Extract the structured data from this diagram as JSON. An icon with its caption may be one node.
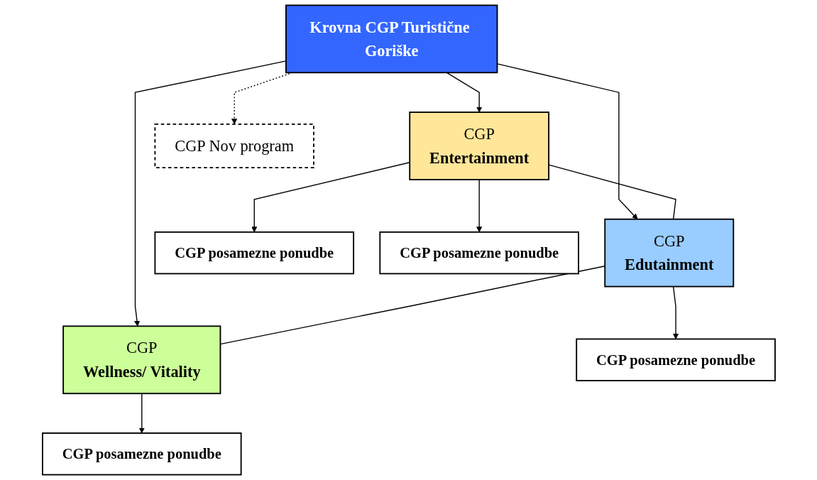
{
  "diagram": {
    "nodes": [
      {
        "text": [
          "Krovna CGP Turistične Goriške"
        ]
      },
      {
        "text": [
          "CGP",
          "Entertainment"
        ]
      },
      {
        "text": [
          "CGP",
          "Edutainment"
        ]
      },
      {
        "text": [
          "CGP",
          "Wellness/ Vitality"
        ]
      },
      {
        "text": [
          "CGP Nov program"
        ]
      },
      {
        "text": [
          "CGP posamezne ponudbe"
        ]
      },
      {
        "text": [
          "CGP posamezne ponudbe"
        ]
      },
      {
        "text": [
          "CGP posamezne ponudbe"
        ]
      },
      {
        "text": [
          "CGP posamezne ponudbe"
        ]
      }
    ],
    "edges": [
      {
        "from": 0,
        "to": 1,
        "arrow": "to"
      },
      {
        "from": 0,
        "to": 2,
        "arrow": "to"
      },
      {
        "from": 0,
        "to": 3,
        "arrow": "to"
      },
      {
        "from": 0,
        "to": 4,
        "arrow": "to",
        "style": "dashed"
      },
      {
        "from": 1,
        "to": 2,
        "arrow": "none"
      },
      {
        "from": 2,
        "to": 3,
        "arrow": "none"
      },
      {
        "from": 1,
        "to": 5,
        "arrow": "to"
      },
      {
        "from": 2,
        "to": 6,
        "arrow": "to"
      },
      {
        "from": 3,
        "to": 7,
        "arrow": "to"
      },
      {
        "from": 1,
        "to": 8,
        "arrow": "to"
      }
    ]
  }
}
